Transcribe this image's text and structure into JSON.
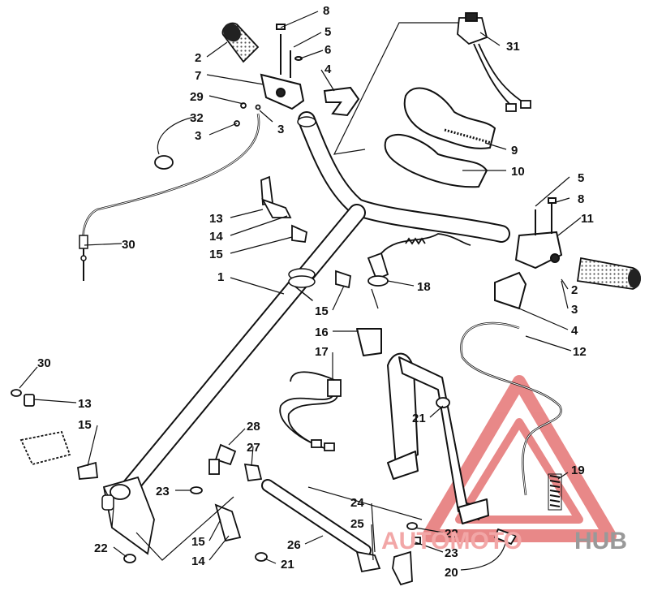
{
  "watermark": {
    "prefix": "AUTOMOTO",
    "suffix": "HUB",
    "prefix_color": "#f0a8a8",
    "suffix_color": "#9a9a9a",
    "triangle_color": "#e06060"
  },
  "callouts": [
    "8",
    "5",
    "2",
    "6",
    "7",
    "4",
    "29",
    "32",
    "3",
    "3",
    "31",
    "9",
    "10",
    "5",
    "8",
    "11",
    "13",
    "14",
    "15",
    "30",
    "1",
    "18",
    "2",
    "3",
    "4",
    "15",
    "16",
    "12",
    "17",
    "30",
    "13",
    "15",
    "21",
    "28",
    "27",
    "23",
    "19",
    "22",
    "24",
    "15",
    "14",
    "26",
    "21",
    "25",
    "22",
    "23",
    "20"
  ]
}
